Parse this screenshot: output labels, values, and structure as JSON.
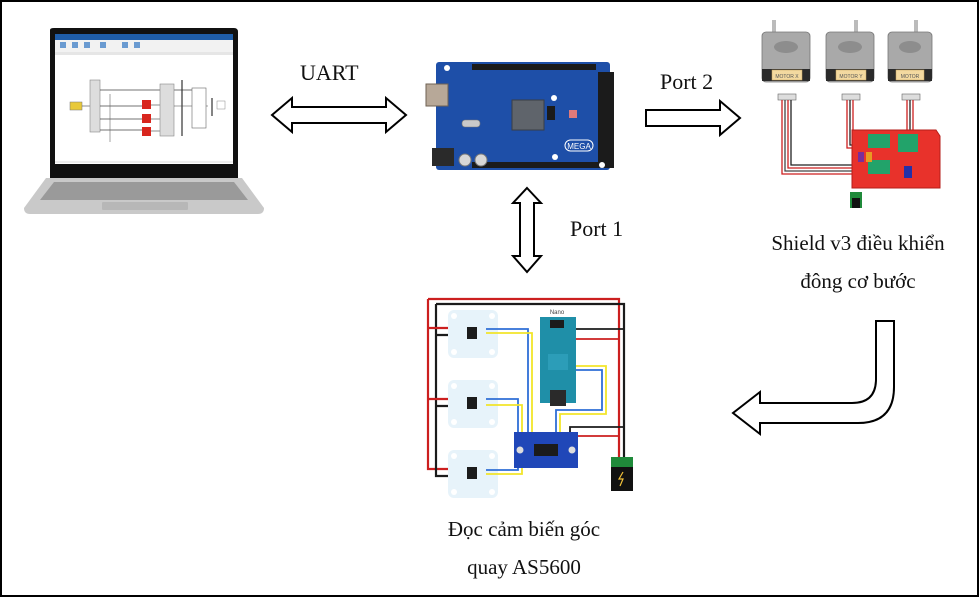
{
  "diagram": {
    "title": "System block diagram",
    "nodes": {
      "laptop": {
        "name": "Laptop (Simulink model)",
        "screen_blocks": 3
      },
      "mega": {
        "name": "Arduino Mega 2560",
        "board_text": "MEGA"
      },
      "steppers": {
        "name": "Stepper motors + CNC Shield v3",
        "motor_labels": [
          "MOTOR X",
          "MOTOR Y",
          "MOTOR"
        ],
        "caption_lines": [
          "Shield v3 điều khiển",
          "đông cơ bước"
        ]
      },
      "sensors": {
        "name": "AS5600 sensors + Nano",
        "nano_label": "Nano",
        "caption_lines": [
          "Đọc cảm biến góc",
          "quay AS5600"
        ]
      }
    },
    "edges": {
      "uart": {
        "label": "UART",
        "from": "laptop",
        "to": "mega",
        "direction": "bidirectional"
      },
      "port2": {
        "label": "Port 2",
        "from": "mega",
        "to": "steppers",
        "direction": "forward"
      },
      "port1": {
        "label": "Port 1",
        "from": "mega",
        "to": "sensors",
        "direction": "bidirectional"
      },
      "feedback": {
        "label": "",
        "from": "steppers",
        "to": "sensors",
        "direction": "forward"
      }
    }
  },
  "colors": {
    "pcb_blue": "#1e4fa8",
    "shield_red": "#e8322b",
    "wire_red": "#cc1f1f",
    "wire_yellow": "#f2e52a",
    "wire_blue": "#2f6fd6",
    "motor_grey": "#a9a9a9",
    "nano_teal": "#1f8fa8"
  }
}
